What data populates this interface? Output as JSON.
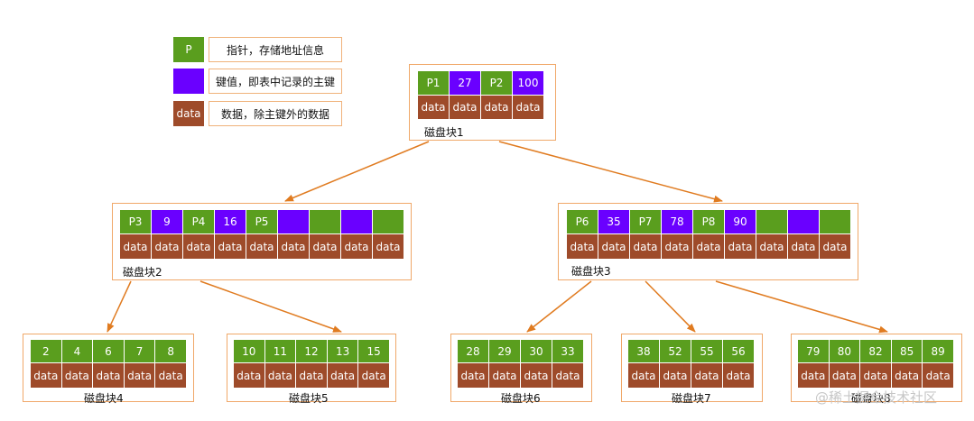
{
  "legend": [
    {
      "swatch_label": "P",
      "swatch_color": "#5a9e1e",
      "text": "指针，存储地址信息"
    },
    {
      "swatch_label": "",
      "swatch_color": "#6a00ff",
      "text": "键值，即表中记录的主键"
    },
    {
      "swatch_label": "data",
      "swatch_color": "#9e4b2a",
      "text": "数据，除主键外的数据"
    }
  ],
  "colors": {
    "pointer": "#5a9e1e",
    "key": "#6a00ff",
    "data": "#9e4b2a",
    "border": "#f0a869",
    "arrow": "#e07b20"
  },
  "blocks": [
    {
      "label": "磁盘块1",
      "cells": [
        {
          "t": "P1",
          "c": "pointer"
        },
        {
          "t": "27",
          "c": "key"
        },
        {
          "t": "P2",
          "c": "pointer"
        },
        {
          "t": "100",
          "c": "key"
        }
      ],
      "data_labels": [
        "data",
        "data",
        "data",
        "data"
      ]
    },
    {
      "label": "磁盘块2",
      "cells": [
        {
          "t": "P3",
          "c": "pointer"
        },
        {
          "t": "9",
          "c": "key"
        },
        {
          "t": "P4",
          "c": "pointer"
        },
        {
          "t": "16",
          "c": "key"
        },
        {
          "t": "P5",
          "c": "pointer"
        },
        {
          "t": "",
          "c": "key"
        },
        {
          "t": "",
          "c": "pointer"
        },
        {
          "t": "",
          "c": "key"
        },
        {
          "t": "",
          "c": "pointer"
        }
      ],
      "data_labels": [
        "data",
        "data",
        "data",
        "data",
        "data",
        "data",
        "data",
        "data",
        "data"
      ]
    },
    {
      "label": "磁盘块3",
      "cells": [
        {
          "t": "P6",
          "c": "pointer"
        },
        {
          "t": "35",
          "c": "key"
        },
        {
          "t": "P7",
          "c": "pointer"
        },
        {
          "t": "78",
          "c": "key"
        },
        {
          "t": "P8",
          "c": "pointer"
        },
        {
          "t": "90",
          "c": "key"
        },
        {
          "t": "",
          "c": "pointer"
        },
        {
          "t": "",
          "c": "key"
        },
        {
          "t": "",
          "c": "pointer"
        }
      ],
      "data_labels": [
        "data",
        "data",
        "data",
        "data",
        "data",
        "data",
        "data",
        "data",
        "data"
      ]
    },
    {
      "label": "磁盘块4",
      "cells": [
        {
          "t": "2",
          "c": "pointer"
        },
        {
          "t": "4",
          "c": "pointer"
        },
        {
          "t": "6",
          "c": "pointer"
        },
        {
          "t": "7",
          "c": "pointer"
        },
        {
          "t": "8",
          "c": "pointer"
        }
      ],
      "data_labels": [
        "data",
        "data",
        "data",
        "data",
        "data"
      ]
    },
    {
      "label": "磁盘块5",
      "cells": [
        {
          "t": "10",
          "c": "pointer"
        },
        {
          "t": "11",
          "c": "pointer"
        },
        {
          "t": "12",
          "c": "pointer"
        },
        {
          "t": "13",
          "c": "pointer"
        },
        {
          "t": "15",
          "c": "pointer"
        }
      ],
      "data_labels": [
        "data",
        "data",
        "data",
        "data",
        "data"
      ]
    },
    {
      "label": "磁盘块6",
      "cells": [
        {
          "t": "28",
          "c": "pointer"
        },
        {
          "t": "29",
          "c": "pointer"
        },
        {
          "t": "30",
          "c": "pointer"
        },
        {
          "t": "33",
          "c": "pointer"
        }
      ],
      "data_labels": [
        "data",
        "data",
        "data",
        "data"
      ]
    },
    {
      "label": "磁盘块7",
      "cells": [
        {
          "t": "38",
          "c": "pointer"
        },
        {
          "t": "52",
          "c": "pointer"
        },
        {
          "t": "55",
          "c": "pointer"
        },
        {
          "t": "56",
          "c": "pointer"
        }
      ],
      "data_labels": [
        "data",
        "data",
        "data",
        "data"
      ]
    },
    {
      "label": "磁盘块8",
      "cells": [
        {
          "t": "79",
          "c": "pointer"
        },
        {
          "t": "80",
          "c": "pointer"
        },
        {
          "t": "82",
          "c": "pointer"
        },
        {
          "t": "85",
          "c": "pointer"
        },
        {
          "t": "89",
          "c": "pointer"
        }
      ],
      "data_labels": [
        "data",
        "data",
        "data",
        "data",
        "data"
      ]
    }
  ],
  "edges": [
    {
      "from": "磁盘块1",
      "to": "磁盘块2"
    },
    {
      "from": "磁盘块1",
      "to": "磁盘块3"
    },
    {
      "from": "磁盘块2",
      "to": "磁盘块4"
    },
    {
      "from": "磁盘块2",
      "to": "磁盘块5"
    },
    {
      "from": "磁盘块3",
      "to": "磁盘块6"
    },
    {
      "from": "磁盘块3",
      "to": "磁盘块7"
    },
    {
      "from": "磁盘块3",
      "to": "磁盘块8"
    }
  ],
  "watermark": "@稀土掘金技术社区"
}
